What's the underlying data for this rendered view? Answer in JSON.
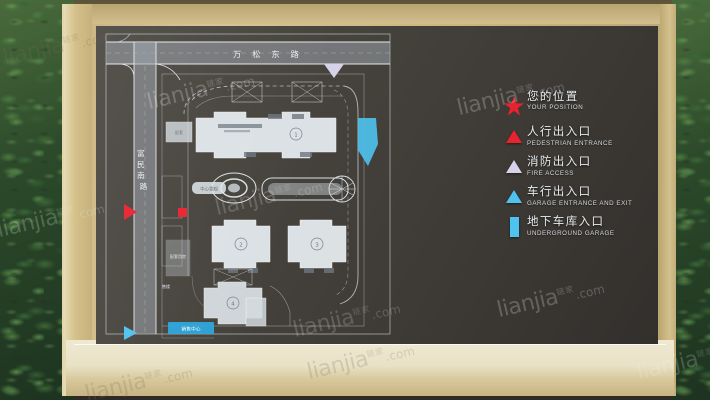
{
  "scene": {
    "description": "Outdoor community directory signboard in a beige metal frame, surrounded by green hedge",
    "frame_color": "#d2bf8d",
    "board_color": "#433f39",
    "hedge_color": "#3a6636"
  },
  "map": {
    "roads": [
      {
        "name": "wansong-east-road",
        "label": "万 松 东 路",
        "orientation": "horizontal"
      },
      {
        "name": "fumin-south-road",
        "label": "富民南路",
        "orientation": "vertical"
      }
    ],
    "buildings": [
      {
        "id": "b1",
        "number": "1"
      },
      {
        "id": "b2",
        "number": "2"
      },
      {
        "id": "b3",
        "number": "3"
      },
      {
        "id": "b4",
        "number": "4"
      }
    ],
    "blue_label": "销售中心",
    "markers": [
      {
        "type": "pedestrian-entrance",
        "color": "#e8222e",
        "shape": "triangle-right"
      },
      {
        "type": "fire-access",
        "color": "#d6d2ea",
        "shape": "triangle-down"
      },
      {
        "type": "garage-entrance",
        "color": "#4ec3ef",
        "shape": "triangle-right"
      },
      {
        "type": "your-position",
        "color": "#e8222e",
        "shape": "square"
      }
    ],
    "water_color": "#4ec3ef"
  },
  "legend": {
    "title": {
      "cn": "您的位置",
      "en": "YOUR POSITION"
    },
    "items": [
      {
        "icon": "star-icon",
        "color": "#e8222e",
        "cn": "人行出入口",
        "en": "PEDESTRIAN ENTRANCE"
      },
      {
        "icon": "triangle-red-icon",
        "color": "#e8222e",
        "cn": "消防出入口",
        "en": "FIRE ACCESS"
      },
      {
        "icon": "triangle-lav-icon",
        "color": "#d6d2ea",
        "cn": "车行出入口",
        "en": "GARAGE ENTRANCE AND EXIT"
      },
      {
        "icon": "triangle-cyan-icon",
        "color": "#4ec3ef",
        "cn": "地下车库入口",
        "en": "UNDERGROUND GARAGE"
      }
    ],
    "rows": [
      {
        "icon": "triangle-red-icon",
        "color": "#e8222e",
        "cn": "人行出入口",
        "en": "PEDESTRIAN ENTRANCE"
      },
      {
        "icon": "triangle-lav-icon",
        "color": "#d6d2ea",
        "cn": "消防出入口",
        "en": "FIRE ACCESS"
      },
      {
        "icon": "triangle-cyan-icon",
        "color": "#4ec3ef",
        "cn": "车行出入口",
        "en": "GARAGE ENTRANCE AND EXIT"
      },
      {
        "icon": "rect-cyan-icon",
        "color": "#4ec3ef",
        "cn": "地下车库入口",
        "en": "UNDERGROUND GARAGE"
      }
    ]
  },
  "watermarks": {
    "brand": "lianjia",
    "domain": ".com",
    "cjk": "链家",
    "count": 6
  }
}
